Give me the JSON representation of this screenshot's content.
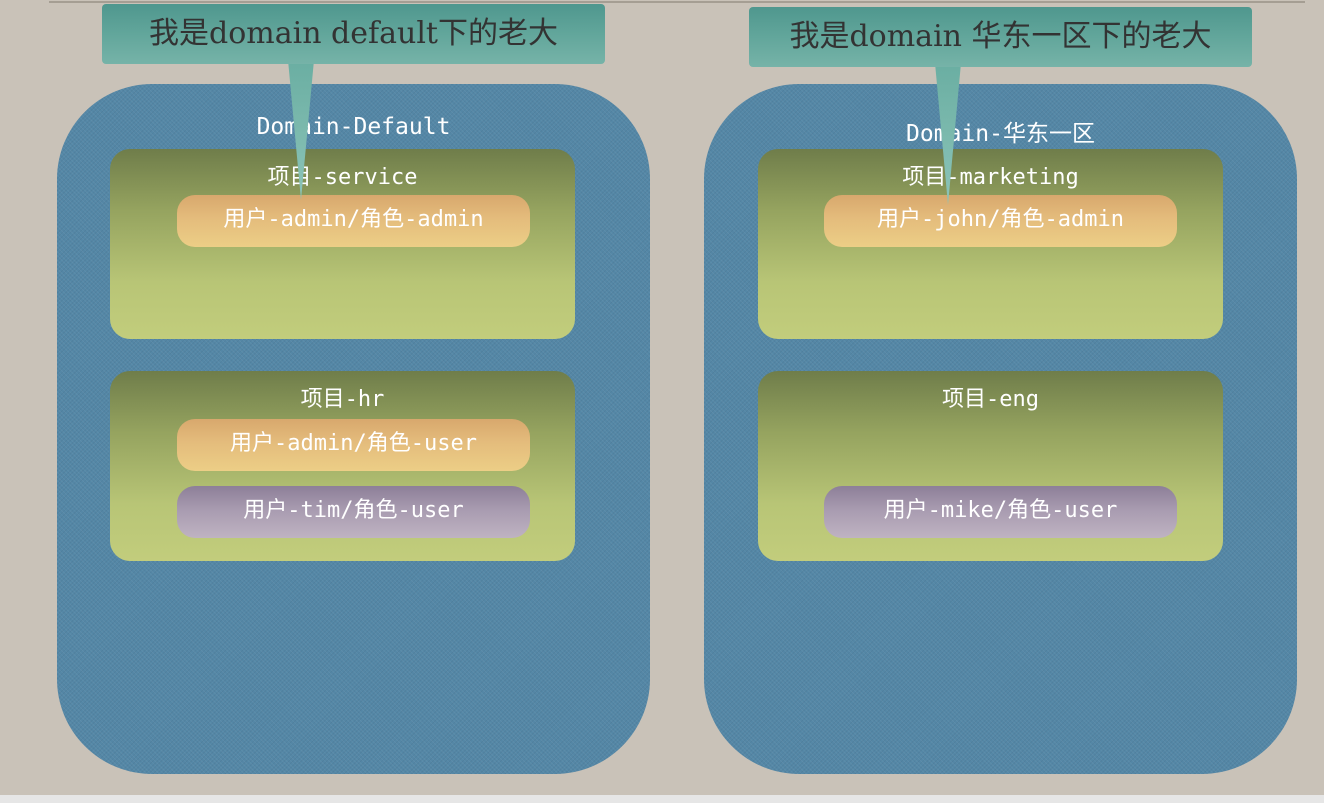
{
  "callouts": {
    "left": "我是domain default下的老大",
    "right": "我是domain 华东一区下的老大"
  },
  "domains": [
    {
      "title": "Domain-Default",
      "projects": [
        {
          "title": "项目-service",
          "members": [
            {
              "label": "用户-admin/角色-admin",
              "role": "admin"
            }
          ]
        },
        {
          "title": "项目-hr",
          "members": [
            {
              "label": "用户-admin/角色-user",
              "role": "admin"
            },
            {
              "label": "用户-tim/角色-user",
              "role": "user"
            }
          ]
        }
      ]
    },
    {
      "title": "Domain-华东一区",
      "projects": [
        {
          "title": "项目-marketing",
          "members": [
            {
              "label": "用户-john/角色-admin",
              "role": "admin"
            }
          ]
        },
        {
          "title": "项目-eng",
          "members": [
            {
              "label": "用户-mike/角色-user",
              "role": "user"
            }
          ]
        }
      ]
    }
  ],
  "colors": {
    "background": "#c9c2b8",
    "domain": "#5487a6",
    "project": "#b8c576",
    "admin_member": "#e4bc7c",
    "user_member": "#a89bb0",
    "callout": "#62a69b"
  }
}
